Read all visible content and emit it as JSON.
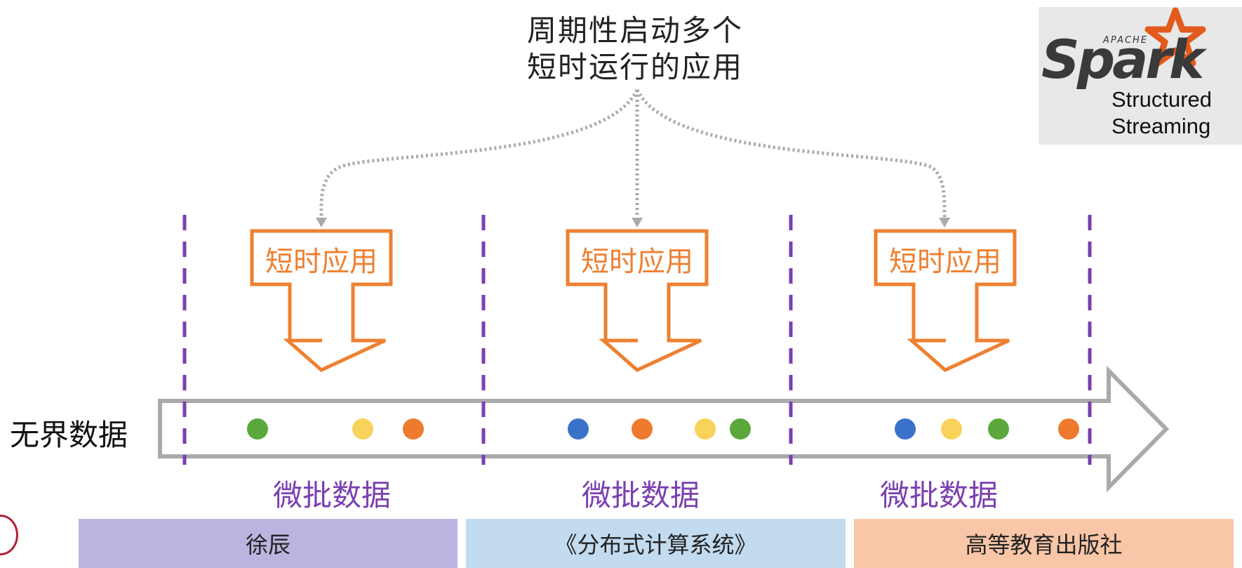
{
  "title": {
    "line1": "周期性启动多个",
    "line2": "短时运行的应用"
  },
  "logo": {
    "apache": "APACHE",
    "spark": "Spark",
    "line1": "Structured",
    "line2": "Streaming"
  },
  "apps": [
    {
      "label": "短时应用"
    },
    {
      "label": "短时应用"
    },
    {
      "label": "短时应用"
    }
  ],
  "stream_label": "无界数据",
  "microbatches": [
    {
      "label": "微批数据",
      "dots": [
        "green",
        "yellow",
        "orange"
      ]
    },
    {
      "label": "微批数据",
      "dots": [
        "blue",
        "orange",
        "yellow",
        "green"
      ]
    },
    {
      "label": "微批数据",
      "dots": [
        "blue",
        "yellow",
        "green",
        "orange"
      ]
    }
  ],
  "footer": [
    {
      "text": "徐辰",
      "color": "#bcb4e0"
    },
    {
      "text": "《分布式计算系统》",
      "color": "#c2dbef"
    },
    {
      "text": "高等教育出版社",
      "color": "#f9c6a8"
    }
  ],
  "colors": {
    "orange_outline": "#ee8031",
    "purple_divider": "#7a3fb0",
    "gray_arrow": "#aaaaaa",
    "dot_green": "#5aa83c",
    "dot_yellow": "#f8d25a",
    "dot_orange": "#ee7b2d",
    "dot_blue": "#3b72c9"
  }
}
